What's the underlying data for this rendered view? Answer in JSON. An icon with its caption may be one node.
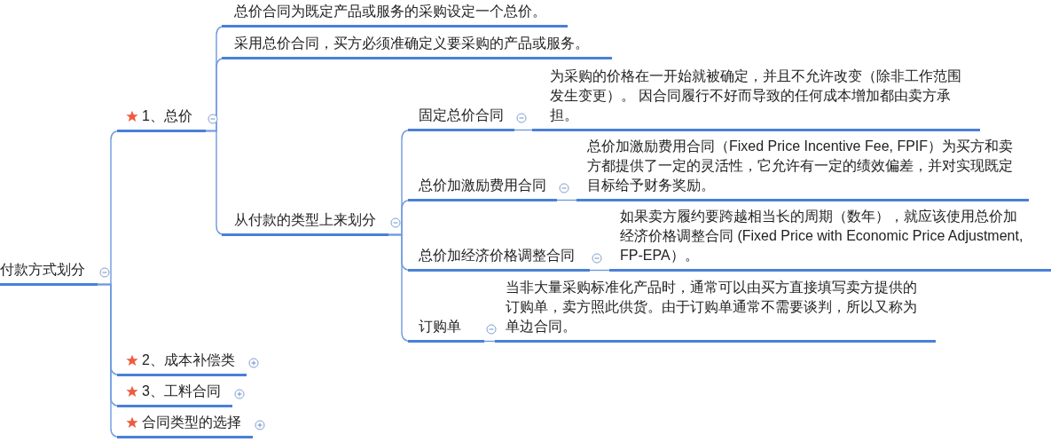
{
  "diagram": {
    "nodes": [
      {
        "text": [
          "付款方式划分"
        ]
      },
      {
        "text": [
          "1、总价"
        ]
      },
      {
        "text": [
          "总价合同为既定产品或服务的采购设定一个总价。"
        ]
      },
      {
        "text": [
          "采用总价合同，买方必须准确定义要采购的产品或服务。"
        ]
      },
      {
        "text": [
          "从付款的类型上来划分"
        ]
      },
      {
        "text": [
          "固定总价合同"
        ]
      },
      {
        "text": [
          "为采购的价格在一开始就被确定，并且不允许改变（除非工作范围发生变更）。 因合同履行不好而导致的任何成本增加都由卖方承担。"
        ]
      },
      {
        "text": [
          "总价加激励费用合同"
        ]
      },
      {
        "text": [
          "总价加激励费用合同（Fixed Price Incentive Fee, FPIF）为买方和卖方都提供了一定的灵活性，它允许有一定的绩效偏差，并对实现既定目标给予财务奖励。"
        ]
      },
      {
        "text": [
          "总价加经济价格调整合同"
        ]
      },
      {
        "text": [
          "如果卖方履约要跨越相当长的周期（数年），就应该使用总价加经济价格调整合同 (Fixed Price with Economic Price Adjustment, FP-EPA）。"
        ]
      },
      {
        "text": [
          "订购单"
        ]
      },
      {
        "text": [
          "当非大量采购标准化产品时，通常可以由买方直接填写卖方提供的订购单，卖方照此供货。由于订购单通常不需要谈判，所以又称为单边合同。"
        ]
      },
      {
        "text": [
          "2、成本补偿类"
        ]
      },
      {
        "text": [
          "3、工料合同"
        ]
      },
      {
        "text": [
          "合同类型的选择"
        ]
      }
    ],
    "edges": [
      {
        "from": 0,
        "to": 1,
        "arrow": "none"
      },
      {
        "from": 0,
        "to": 13,
        "arrow": "none"
      },
      {
        "from": 0,
        "to": 14,
        "arrow": "none"
      },
      {
        "from": 0,
        "to": 15,
        "arrow": "none"
      },
      {
        "from": 1,
        "to": 2,
        "arrow": "none"
      },
      {
        "from": 1,
        "to": 3,
        "arrow": "none"
      },
      {
        "from": 1,
        "to": 4,
        "arrow": "none"
      },
      {
        "from": 4,
        "to": 5,
        "arrow": "none"
      },
      {
        "from": 4,
        "to": 7,
        "arrow": "none"
      },
      {
        "from": 4,
        "to": 9,
        "arrow": "none"
      },
      {
        "from": 4,
        "to": 11,
        "arrow": "none"
      },
      {
        "from": 5,
        "to": 6,
        "arrow": "none"
      },
      {
        "from": 7,
        "to": 8,
        "arrow": "none"
      },
      {
        "from": 9,
        "to": 10,
        "arrow": "none"
      },
      {
        "from": 11,
        "to": 12,
        "arrow": "none"
      }
    ]
  }
}
